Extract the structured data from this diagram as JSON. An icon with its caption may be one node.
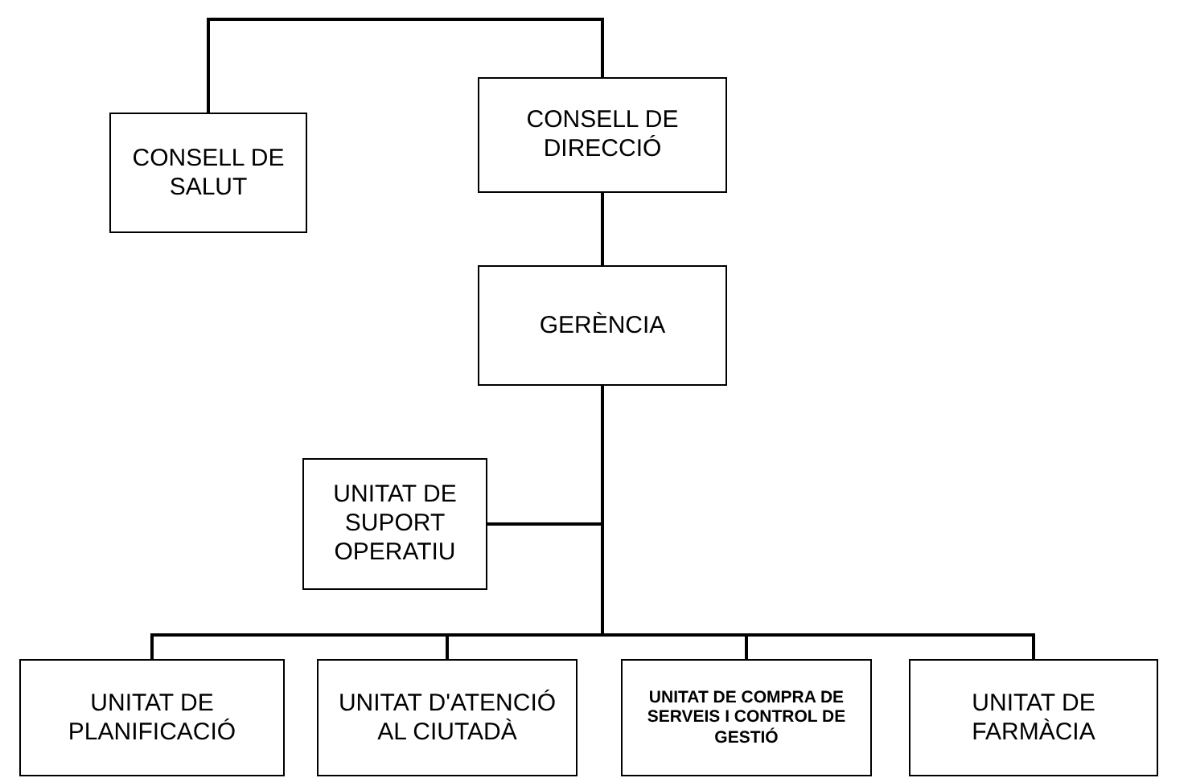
{
  "diagram": {
    "nodes": [
      {
        "text": [
          "CONSELL DE SALUT"
        ]
      },
      {
        "text": [
          "CONSELL DE DIRECCIÓ"
        ]
      },
      {
        "text": [
          "GERÈNCIA"
        ]
      },
      {
        "text": [
          "UNITAT DE SUPORT OPERATIU"
        ]
      },
      {
        "text": [
          "UNITAT DE PLANIFICACIÓ"
        ]
      },
      {
        "text": [
          "UNITAT D'ATENCIÓ AL CIUTADÀ"
        ]
      },
      {
        "text": [
          "UNITAT DE COMPRA DE SERVEIS I CONTROL DE GESTIÓ"
        ]
      },
      {
        "text": [
          "UNITAT DE FARMÀCIA"
        ]
      }
    ],
    "edges": [
      {
        "from": 0,
        "to": 1,
        "arrow": "none"
      },
      {
        "from": 1,
        "to": 2,
        "arrow": "none"
      },
      {
        "from": 2,
        "to": 3,
        "arrow": "none"
      },
      {
        "from": 2,
        "to": 4,
        "arrow": "none"
      },
      {
        "from": 2,
        "to": 5,
        "arrow": "none"
      },
      {
        "from": 2,
        "to": 6,
        "arrow": "none"
      },
      {
        "from": 2,
        "to": 7,
        "arrow": "none"
      }
    ]
  }
}
